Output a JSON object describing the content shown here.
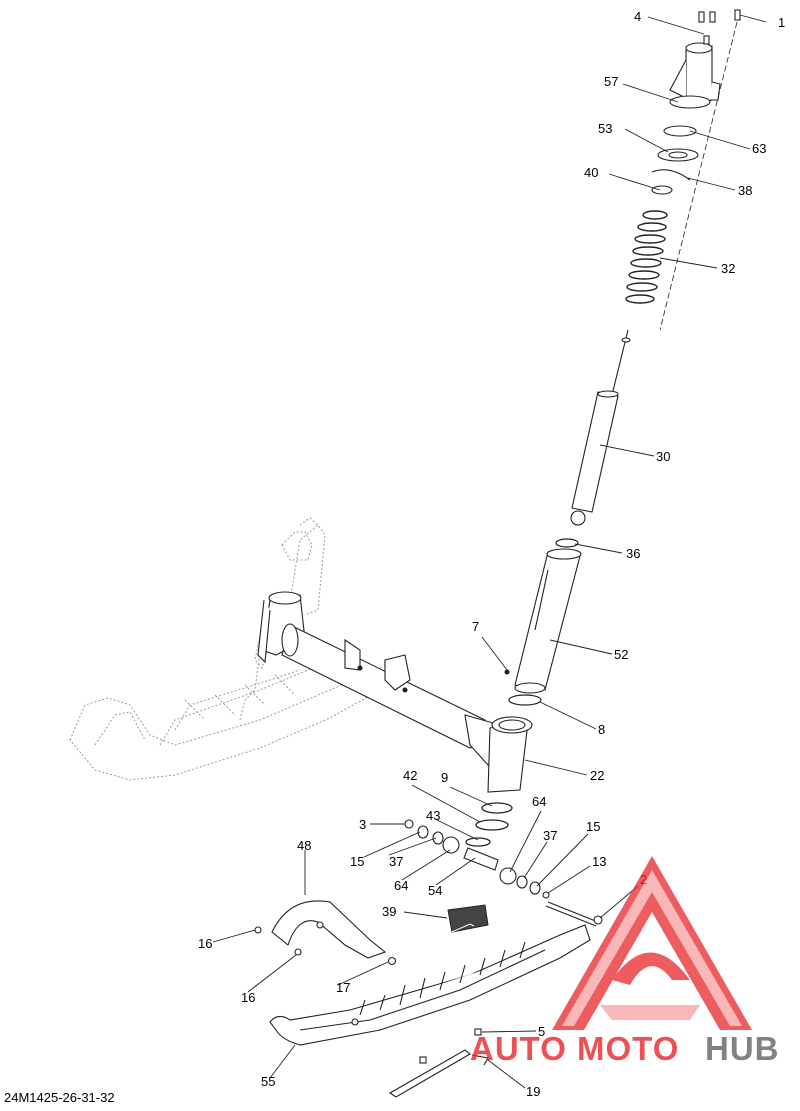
{
  "diagram": {
    "reference_code": "24M1425-26-31-32",
    "callouts": [
      {
        "id": "c1",
        "label": "1"
      },
      {
        "id": "c4",
        "label": "4"
      },
      {
        "id": "c57",
        "label": "57"
      },
      {
        "id": "c53",
        "label": "53"
      },
      {
        "id": "c63",
        "label": "63"
      },
      {
        "id": "c40",
        "label": "40"
      },
      {
        "id": "c38",
        "label": "38"
      },
      {
        "id": "c32",
        "label": "32"
      },
      {
        "id": "c30",
        "label": "30"
      },
      {
        "id": "c36",
        "label": "36"
      },
      {
        "id": "c7",
        "label": "7"
      },
      {
        "id": "c52",
        "label": "52"
      },
      {
        "id": "c8",
        "label": "8"
      },
      {
        "id": "c22",
        "label": "22"
      },
      {
        "id": "c42",
        "label": "42"
      },
      {
        "id": "c9",
        "label": "9"
      },
      {
        "id": "c64a",
        "label": "64"
      },
      {
        "id": "c3",
        "label": "3"
      },
      {
        "id": "c43",
        "label": "43"
      },
      {
        "id": "c37a",
        "label": "37"
      },
      {
        "id": "c15a",
        "label": "15"
      },
      {
        "id": "c48",
        "label": "48"
      },
      {
        "id": "c15b",
        "label": "15"
      },
      {
        "id": "c37b",
        "label": "37"
      },
      {
        "id": "c64b",
        "label": "64"
      },
      {
        "id": "c54",
        "label": "54"
      },
      {
        "id": "c13",
        "label": "13"
      },
      {
        "id": "c2",
        "label": "2"
      },
      {
        "id": "c39",
        "label": "39"
      },
      {
        "id": "c16a",
        "label": "16"
      },
      {
        "id": "c16b",
        "label": "16"
      },
      {
        "id": "c17",
        "label": "17"
      },
      {
        "id": "c5",
        "label": "5"
      },
      {
        "id": "c55",
        "label": "55"
      },
      {
        "id": "c19",
        "label": "19"
      }
    ]
  },
  "watermark": {
    "part1": "AUTO",
    "part2": "MOTO",
    "part3": "HUB",
    "color_red": "#e8282b",
    "color_gray": "#6d6d6d"
  }
}
